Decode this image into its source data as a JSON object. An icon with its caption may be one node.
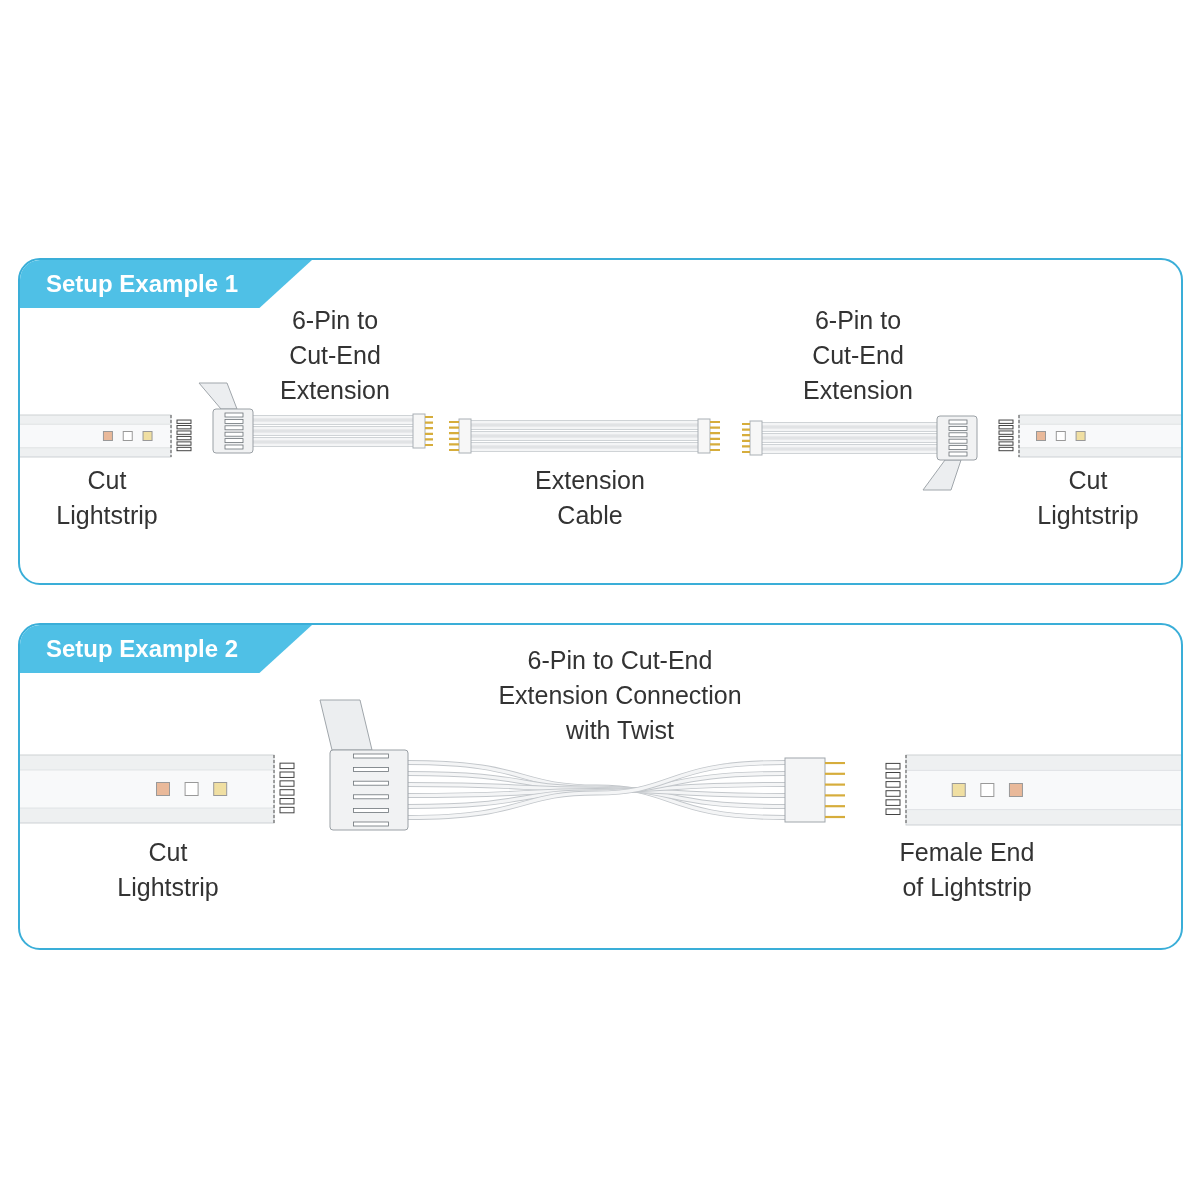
{
  "diagram": {
    "nodes": [
      {
        "text": [
          "Setup Example 1"
        ]
      },
      {
        "text": [
          "Cut Lightstrip"
        ],
        "in": 0
      },
      {
        "text": [
          "6-Pin to Cut-End Extension"
        ],
        "in": 0
      },
      {
        "text": [
          "Extension Cable"
        ],
        "in": 0
      },
      {
        "text": [
          "6-Pin to Cut-End Extension"
        ],
        "in": 0
      },
      {
        "text": [
          "Cut Lightstrip"
        ],
        "in": 0
      },
      {
        "text": [
          "Setup Example 2"
        ]
      },
      {
        "text": [
          "Cut Lightstrip"
        ],
        "in": 6
      },
      {
        "text": [
          "6-Pin to Cut-End Extension Connection with Twist"
        ],
        "in": 6
      },
      {
        "text": [
          "Female End of Lightstrip"
        ],
        "in": 6
      }
    ]
  }
}
